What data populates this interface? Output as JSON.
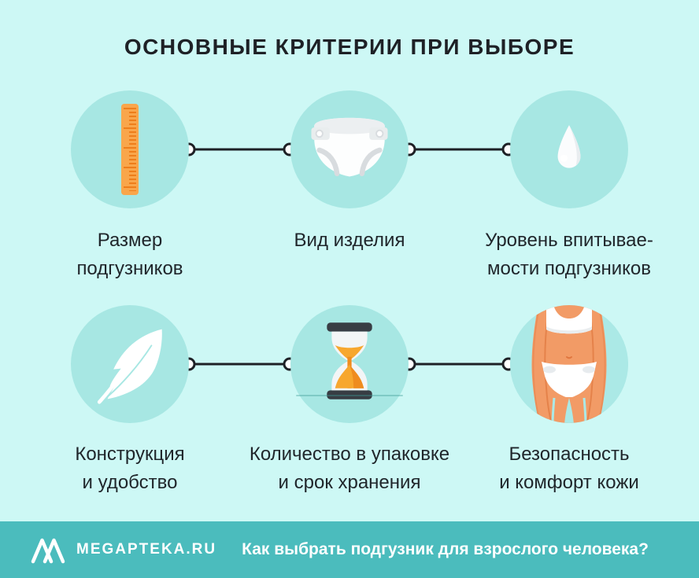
{
  "title": "ОСНОВНЫЕ КРИТЕРИИ ПРИ ВЫБОРЕ",
  "criteria": [
    {
      "id": "size",
      "icon": "ruler-icon",
      "line1": "Размер",
      "line2": "подгузников"
    },
    {
      "id": "product-type",
      "icon": "diaper-icon",
      "line1": "Вид изделия",
      "line2": ""
    },
    {
      "id": "absorbency",
      "icon": "drop-icon",
      "line1": "Уровень впитывае-",
      "line2": "мости подгузников"
    },
    {
      "id": "construction",
      "icon": "feather-icon",
      "line1": "Конструкция",
      "line2": "и удобство"
    },
    {
      "id": "quantity",
      "icon": "hourglass-icon",
      "line1": "Количество в упаковке",
      "line2": "и срок хранения"
    },
    {
      "id": "safety",
      "icon": "body-icon",
      "line1": "Безопасность",
      "line2": "и комфорт кожи"
    }
  ],
  "footer": {
    "brand": "MEGAPTEKA.RU",
    "question": "Как выбрать подгузник для взрослого человека?"
  },
  "colors": {
    "background": "#cdf8f5",
    "circle": "#a7e7e3",
    "footer_bar": "#4bbcbd",
    "text": "#20262b",
    "accent_orange": "#f9a64b",
    "tick_orange": "#ee7e1b",
    "connector": "#1e2126",
    "skin": "#f29b66"
  }
}
